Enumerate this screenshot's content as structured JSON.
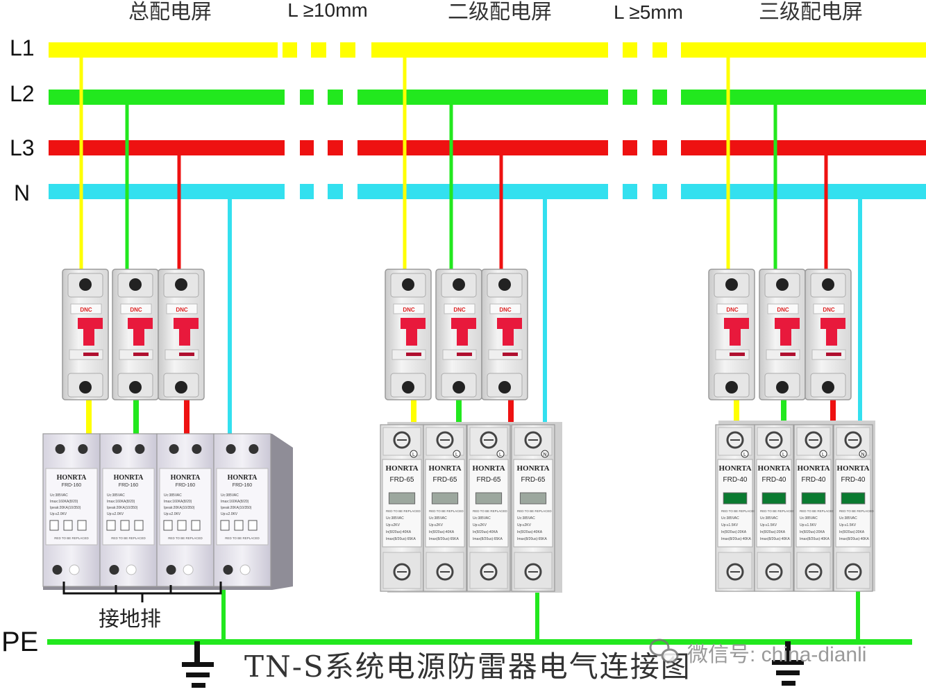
{
  "header": {
    "panel_main": "总配电屏",
    "gap_1": "L ≥10mm",
    "panel_second": "二级配电屏",
    "gap_2": "L ≥5mm",
    "panel_third": "三级配电屏"
  },
  "buses": {
    "l1": "L1",
    "l2": "L2",
    "l3": "L3",
    "n": "N",
    "pe": "PE"
  },
  "colors": {
    "l1": "#ffff00",
    "l2": "#22e81e",
    "l3": "#ee1111",
    "n": "#33e0ef",
    "pe": "#22e81e"
  },
  "breaker_brand": "DNC",
  "spd_groups": [
    {
      "brand": "HONRTA",
      "model": "FRD-160",
      "specs": [
        "Uc:385VAC",
        "Imax:160KA(8/20)",
        "Ipeak:20KA(10/350)",
        "Up:≤2.0KV"
      ],
      "replace_note": "RED TO BE REPLACED"
    },
    {
      "brand": "HONRTA",
      "model": "FRD-65",
      "specs": [
        "Uc:385VAC",
        "Up:≤2KV",
        "In(8/20us):40KA",
        "Imax(8/20us):65KA"
      ],
      "replace_note": "RED TO BE REPLACED"
    },
    {
      "brand": "HONRTA",
      "model": "FRD-40",
      "specs": [
        "Uc:385VAC",
        "Up:≤1.5KV",
        "In(8/20us):20KA",
        "Imax(8/20us):40KA"
      ],
      "replace_note": "RED TO BE REPLACED"
    }
  ],
  "terminal_marks": [
    "L",
    "L",
    "L",
    "N"
  ],
  "ground_bar_label": "接地排",
  "caption": "TN-S系统电源防雷器电气连接图",
  "watermark": "微信号: china-dianli"
}
